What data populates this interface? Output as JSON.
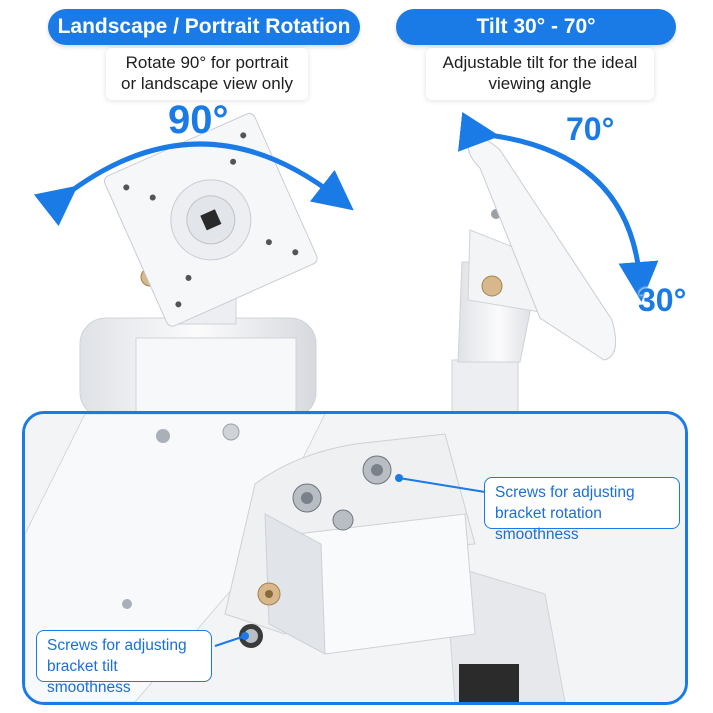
{
  "left_panel": {
    "title": "Landscape / Portrait Rotation",
    "desc_line1": "Rotate 90° for portrait",
    "desc_line2": "or landscape view only",
    "angle": "90°"
  },
  "right_panel": {
    "title": "Tilt 30° - 70°",
    "desc_line1": "Adjustable tilt for the ideal",
    "desc_line2": "viewing angle",
    "angle_max": "70°",
    "angle_min": "30°"
  },
  "callouts": {
    "rotation_line1": "Screws for adjusting",
    "rotation_line2": "bracket rotation smoothness",
    "tilt_line1": "Screws for adjusting",
    "tilt_line2": "bracket tilt smoothness"
  },
  "colors": {
    "accent": "#1a7ae6",
    "product": "#f4f5f7",
    "hardware": "#c8ccd2"
  }
}
